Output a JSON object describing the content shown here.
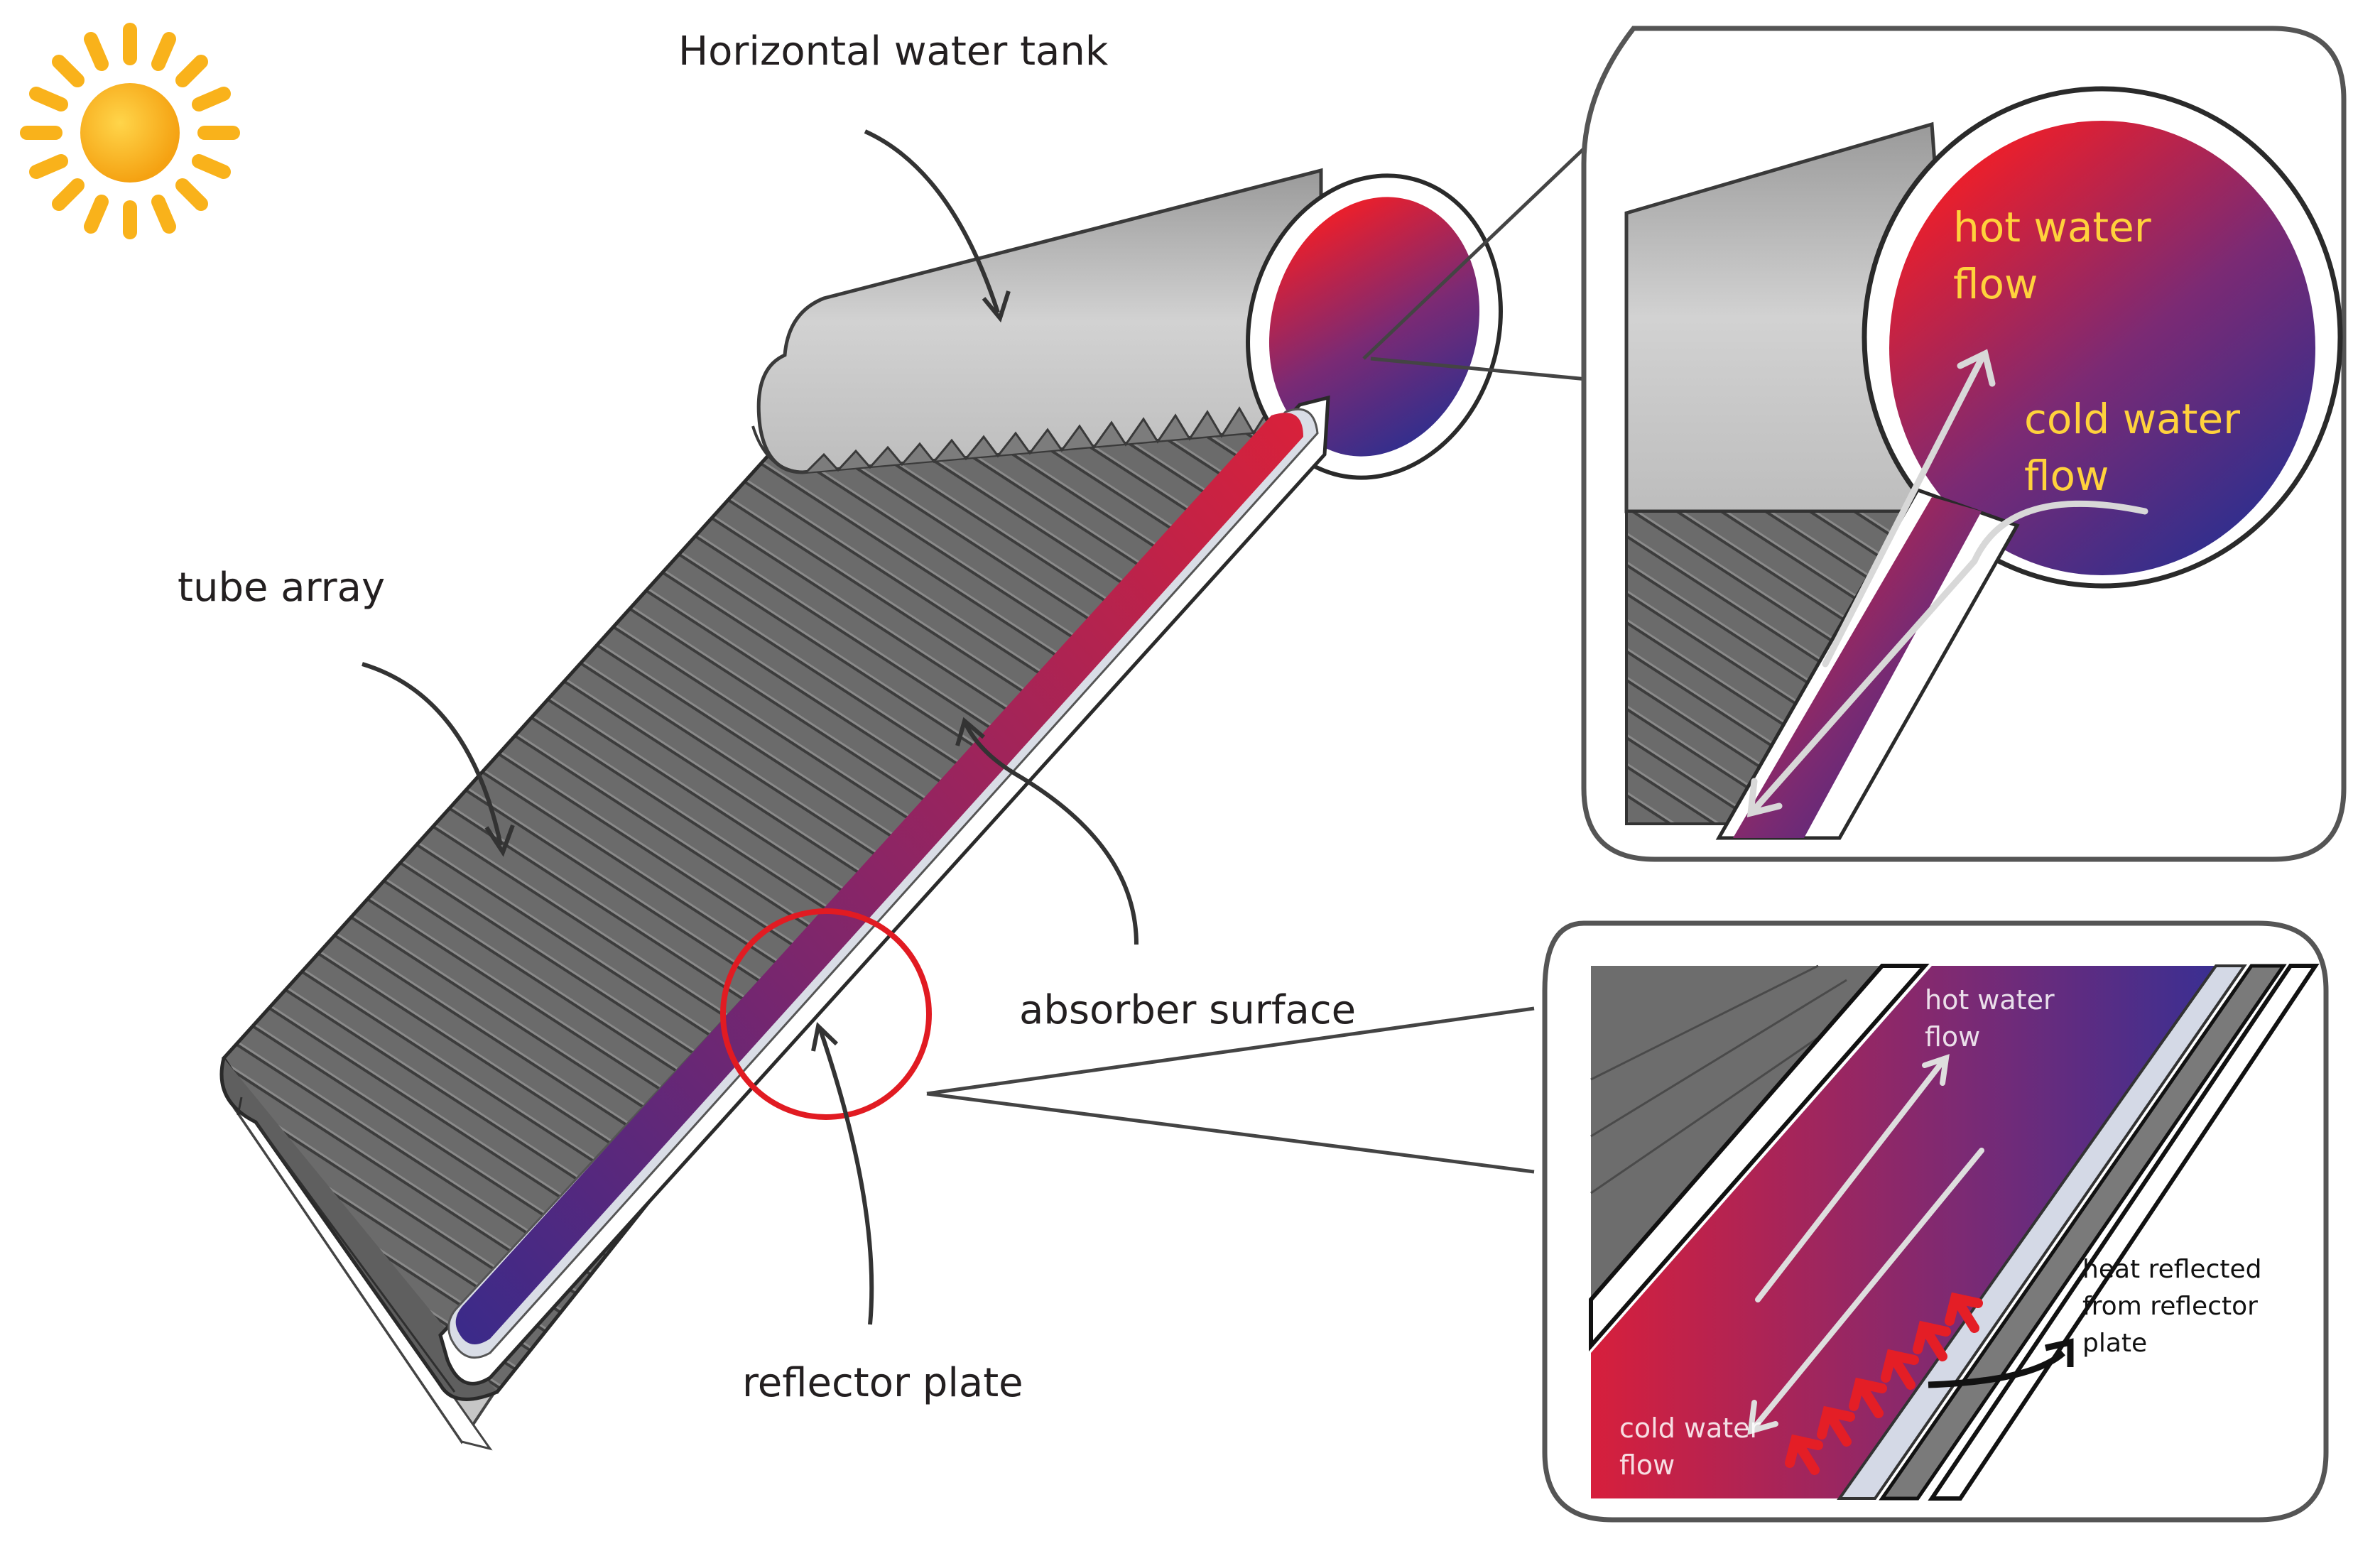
{
  "labels": {
    "tank": "Horizontal water tank",
    "tube_array": "tube array",
    "absorber": "absorber surface",
    "reflector": "reflector plate"
  },
  "zoom_top": {
    "hot_line1": "hot water",
    "hot_line2": "flow",
    "cold_line1": "cold water",
    "cold_line2": "flow"
  },
  "zoom_bottom": {
    "hot_line1": "hot water",
    "hot_line2": "flow",
    "cold_line1": "cold water",
    "cold_line2": "flow",
    "note_line1": "heat reflected",
    "note_line2": "from reflector",
    "note_line3": "plate"
  },
  "colors": {
    "hot": "#e8222e",
    "cold": "#2b2d8e",
    "sun": "#f9b21b",
    "tube_dark": "#5a5a5a",
    "tank_grey": "#c8c8c8",
    "highlight_circle": "#e11b22",
    "heat_arrows": "#e41e26",
    "label_yellow": "#ffd23c"
  },
  "icons": [
    "sun-icon",
    "curved-arrow-icon",
    "flow-arrow-icon",
    "heat-arrow-icon"
  ]
}
